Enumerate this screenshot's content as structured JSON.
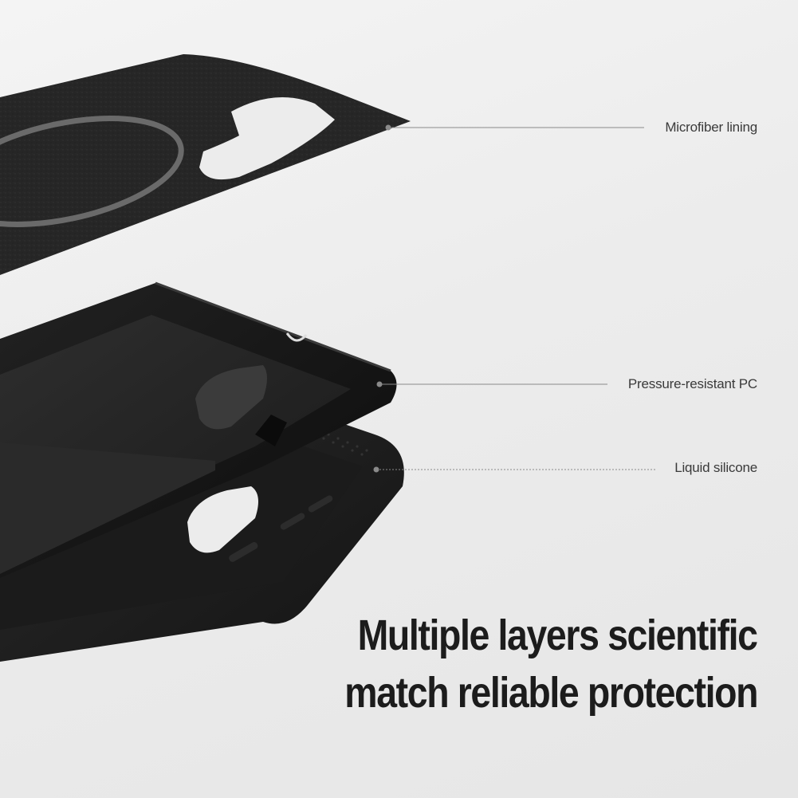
{
  "callouts": {
    "microfiber_lining": "Microfiber lining",
    "pressure_resistant_pc": "Pressure-resistant PC",
    "liquid_silicone": "Liquid silicone"
  },
  "headline": {
    "line1": "Multiple layers scientific",
    "line2": "match reliable protection"
  },
  "colors": {
    "background": "#ececec",
    "headline_text": "#1c1c1c",
    "label_text": "#3a3a3a",
    "case_black": "#151515",
    "lining_dark": "#262626"
  }
}
